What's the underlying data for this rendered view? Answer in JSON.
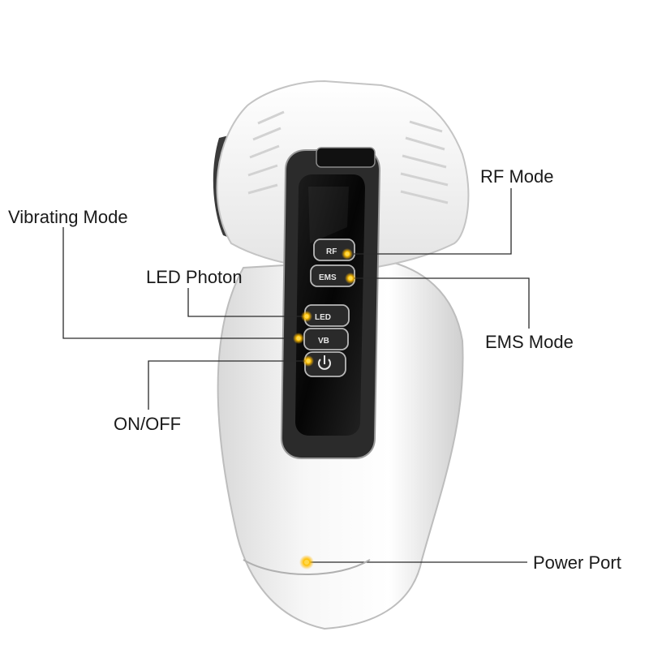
{
  "callouts": {
    "rf_mode": "RF Mode",
    "vibrating_mode": "Vibrating Mode",
    "led_photon": "LED Photon",
    "ems_mode": "EMS Mode",
    "on_off": "ON/OFF",
    "power_port": "Power Port"
  },
  "device": {
    "buttons": {
      "rf": "RF",
      "ems": "EMS",
      "led": "LED",
      "vb": "VB"
    },
    "power_icon": "power-icon"
  },
  "colors": {
    "indicator_led": "#ffb400",
    "leader_line": "#2a2a2a",
    "panel": "#0b0b0b",
    "shell": "#f2f2f2"
  }
}
